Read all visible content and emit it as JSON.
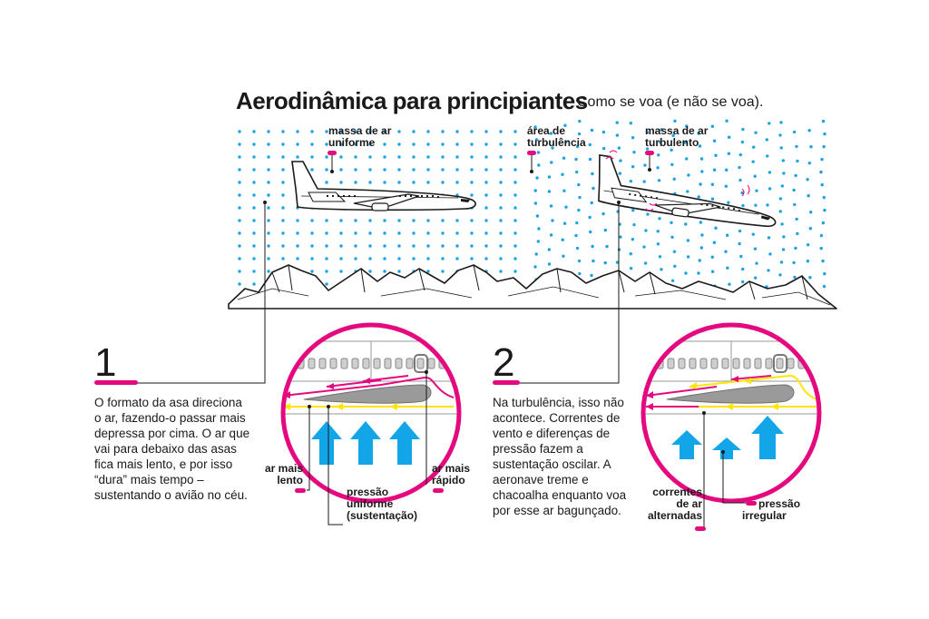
{
  "header": {
    "title": "Aerodinâmica para principiantes",
    "subtitle": "Como se voa (e não se voa)."
  },
  "top_labels": {
    "uniform_air": [
      "massa de ar",
      "uniforme"
    ],
    "turbulence_area": [
      "área de",
      "turbulência"
    ],
    "turbulent_air": [
      "massa de ar",
      "turbulento"
    ]
  },
  "section1": {
    "number": "1",
    "text": "O formato da asa direciona o ar, fazendo-o passar mais depressa por cima. O ar que vai para debaixo das asas fica mais lento, e por isso “dura” mais tempo – sustentando o avião no céu.",
    "labels": {
      "slower_air": [
        "ar mais",
        "lento"
      ],
      "faster_air": [
        "ar mais",
        "rápido"
      ],
      "uniform_pressure": [
        "pressão",
        "uniforme",
        "(sustentação)"
      ]
    }
  },
  "section2": {
    "number": "2",
    "text": "Na turbulência, isso não acontece. Correntes de vento e diferenças de pressão fazem a sustentação oscilar. A aeronave treme e chacoalha enquanto voa por esse ar bagunçado.",
    "labels": {
      "alternating_currents": [
        "correntes",
        "de ar",
        "alternadas"
      ],
      "irregular_pressure": [
        "pressão",
        "irregular"
      ]
    }
  },
  "colors": {
    "accent_magenta": "#e5097f",
    "air_dots_blue": "#1aa3e0",
    "arrow_blue": "#12a6e8",
    "fast_air_arrow": "#e5097f",
    "slow_air_arrow": "#ffe600",
    "text": "#1a1a1a"
  },
  "icons": [
    "airplane-icon",
    "wing-icon",
    "window-row-icon",
    "mountains-icon",
    "lift-arrow-icon"
  ]
}
